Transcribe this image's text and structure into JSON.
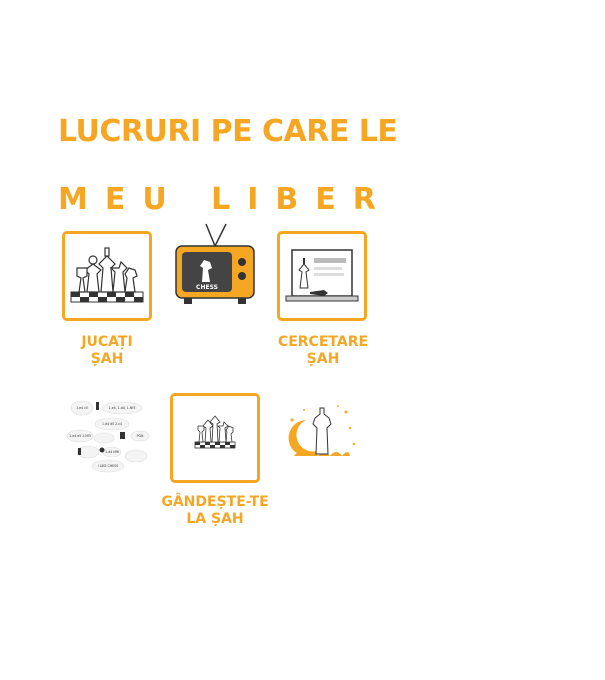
{
  "heading": {
    "line1": "LUCRURI PE CARE LE",
    "line2": "MEU LIBER"
  },
  "items": [
    {
      "icon": "chess-pieces-icon",
      "caption_line1": "JUCAȚI",
      "caption_line2": "ȘAH"
    },
    {
      "icon": "tv-chess-icon",
      "tv_text": "CHESS"
    },
    {
      "icon": "laptop-chess-icon",
      "caption_line1": "CERCETARE",
      "caption_line2": "ȘAH"
    },
    {
      "icon": "chess-speech-bubbles-icon",
      "bubbles": [
        "1.e4, 1.d4, 1.Nf3",
        "1.d4 d5 2.c4",
        "1.e4 e5 2.Nf3",
        "1.e4 c5",
        "PGN",
        "1.d4 Nf6",
        "I LIKE CHESS"
      ]
    },
    {
      "icon": "chess-pieces-small-icon",
      "caption_line1": "GÂNDEȘTE-TE",
      "caption_line2": "LA ȘAH"
    },
    {
      "icon": "chess-king-clouds-icon"
    }
  ],
  "colors": {
    "accent": "#f5a623",
    "dark": "#333333"
  }
}
